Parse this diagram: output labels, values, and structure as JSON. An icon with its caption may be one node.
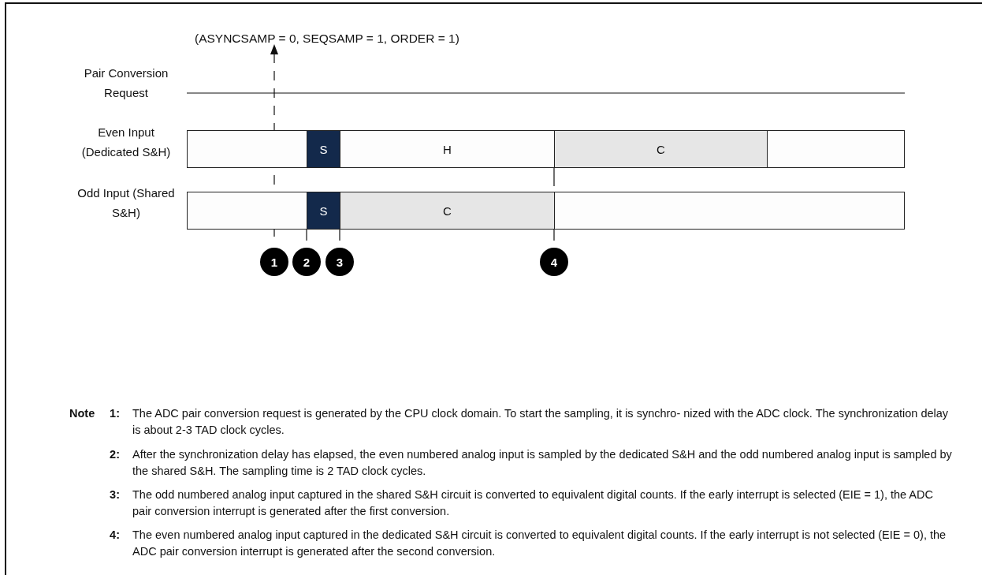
{
  "diagram": {
    "nodes": [
      {
        "text": [],
        "shape": "box"
      },
      {
        "text": [
          "S"
        ]
      },
      {
        "text": [
          "H"
        ]
      },
      {
        "text": [
          "C"
        ]
      },
      {
        "text": [],
        "shape": "box"
      },
      {
        "text": [],
        "shape": "box"
      },
      {
        "text": [
          "S"
        ]
      },
      {
        "text": [
          "C"
        ]
      },
      {
        "text": [],
        "shape": "box"
      },
      {
        "text": [
          "1"
        ]
      },
      {
        "text": [
          "2"
        ]
      },
      {
        "text": [
          "3"
        ]
      },
      {
        "text": [
          "4"
        ]
      }
    ],
    "edges": [],
    "labels": [
      "(ASYNCSAMP = 0, SEQSAMP = 1, ORDER = 1)",
      "Pair Conversion Request",
      "Even Input (Dedicated S&H)",
      "Odd Input (Shared S&H)",
      "Note",
      "1:",
      "The ADC pair conversion request is generated by the CPU clock domain. To start the sampling, it is synchro- nized with the ADC clock. The synchronization delay is about 2-3 TAD clock cycles.",
      "2:",
      "After the synchronization delay has elapsed, the even numbered analog input is sampled by the dedicated S&H and the odd numbered analog input is sampled by the shared S&H. The sampling time is 2 TAD clock cycles.",
      "3:",
      "The odd numbered analog input captured in the shared S&H circuit is converted to equivalent digital counts. If the early interrupt is selected (EIE = 1), the ADC pair conversion interrupt is generated after the first conversion.",
      "4:",
      "The even numbered analog input captured in the dedicated S&H circuit is converted to equivalent digital counts. If the early interrupt is not selected (EIE = 0), the ADC pair conversion interrupt is generated after the second conversion."
    ]
  }
}
